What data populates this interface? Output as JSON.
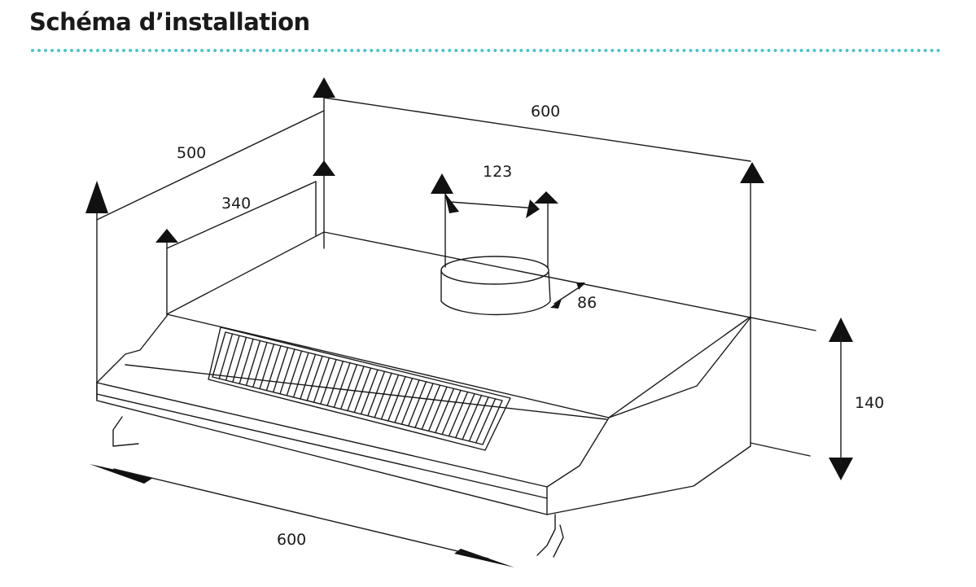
{
  "header": {
    "title": "Schéma d’installation"
  },
  "dimensions": {
    "top_width": "600",
    "depth_total": "500",
    "depth_inner": "340",
    "outlet_diameter": "123",
    "outlet_height": "86",
    "hood_height": "140",
    "front_width": "600"
  },
  "colors": {
    "divider": "#4fc3c7",
    "line": "#1a1a1a",
    "text": "#1a1a1a"
  }
}
